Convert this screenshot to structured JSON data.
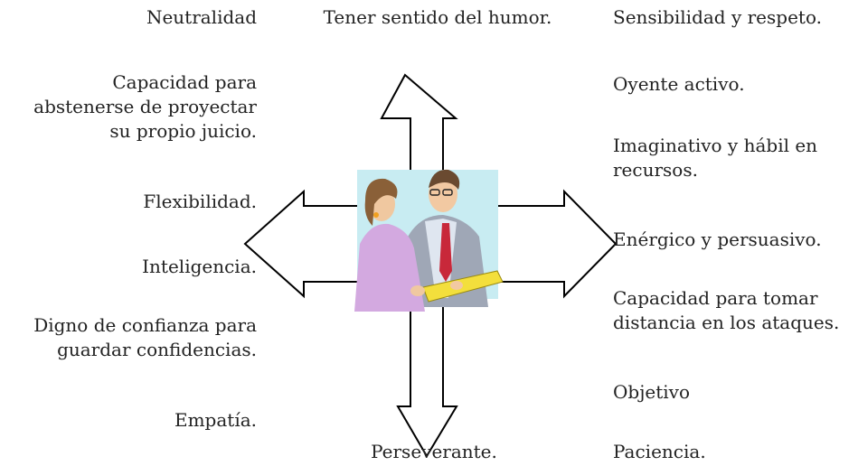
{
  "top": {
    "label": "Tener sentido del humor."
  },
  "bottom": {
    "label": "Perseverante."
  },
  "left_column": [
    "Neutralidad",
    "Capacidad para\nabstenerse de proyectar\nsu propio juicio.",
    "Flexibilidad.",
    "Inteligencia.",
    "Digno de confianza para\nguardar confidencias.",
    "Empatía."
  ],
  "right_column": [
    "Sensibilidad y respeto.",
    "Oyente activo.",
    "Imaginativo y hábil en\nrecursos.",
    "Enérgico y persuasivo.",
    "Capacidad para tomar\ndistancia en los ataques.",
    "Objetivo",
    "Paciencia."
  ],
  "colors": {
    "text": "#222222",
    "arrow_stroke": "#000000",
    "arrow_fill": "#ffffff"
  },
  "icons": {
    "arrow": "four-way-arrow-icon",
    "illustration": "two-people-reviewing-document-icon"
  }
}
